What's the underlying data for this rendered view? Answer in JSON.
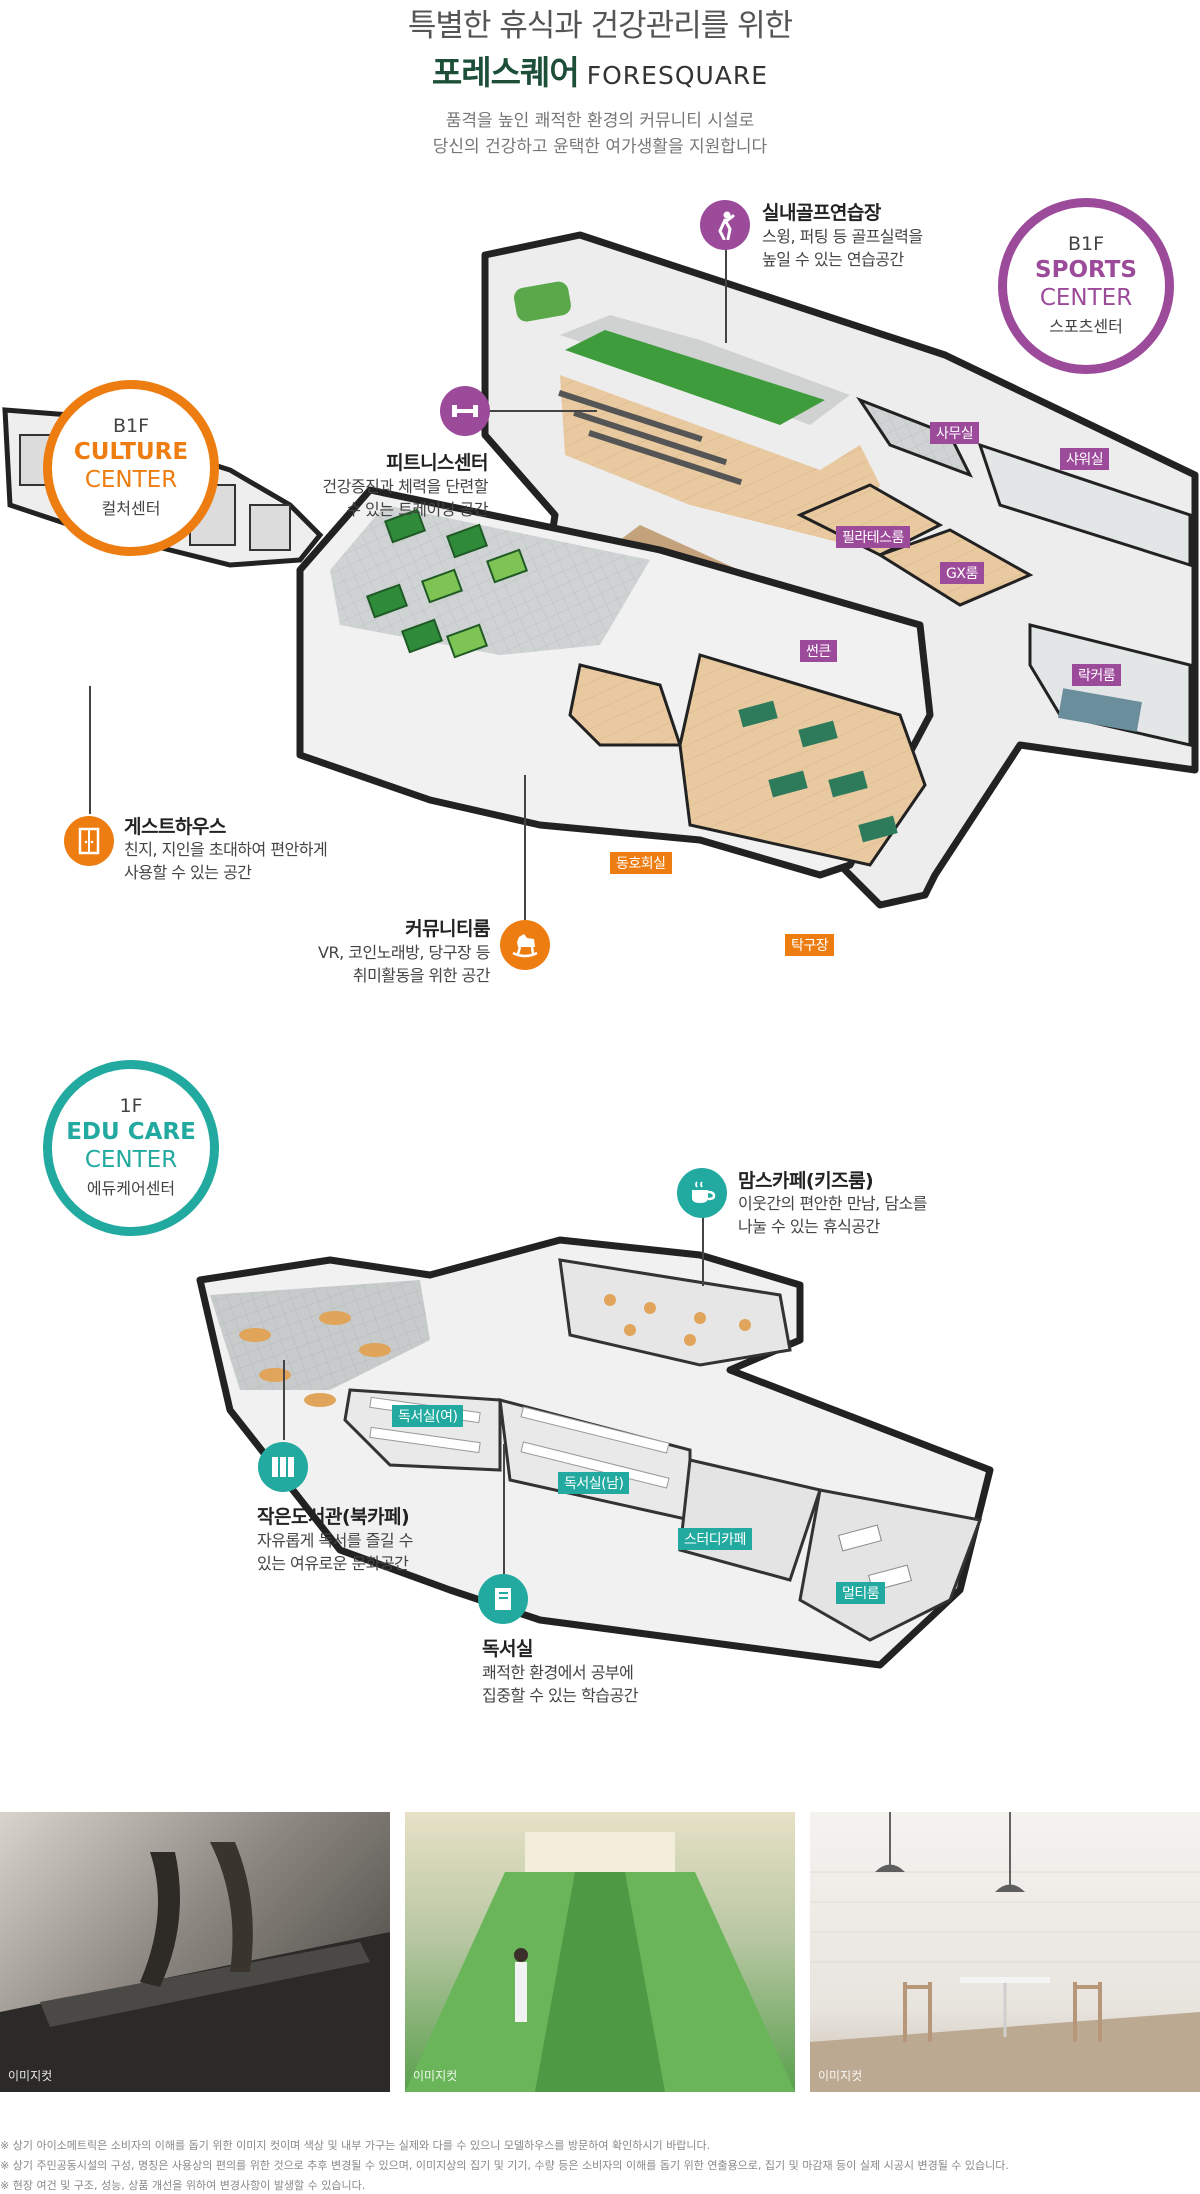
{
  "header": {
    "title_top": "특별한 휴식과 건강관리를 위한",
    "brand_ko": "포레스퀘어",
    "brand_en": "FORESQUARE",
    "sub_line1": "품격을 높인 쾌적한 환경의 커뮤니티 시설로",
    "sub_line2": "당신의 건강하고 윤택한 여가생활을 지원합니다"
  },
  "badges": {
    "sports": {
      "floor": "B1F",
      "name1": "SPORTS",
      "name2": "CENTER",
      "ko": "스포츠센터",
      "color": "#9c4a9a"
    },
    "culture": {
      "floor": "B1F",
      "name1": "CULTURE",
      "name2": "CENTER",
      "ko": "컬처센터",
      "color": "#ee7d11"
    },
    "educare": {
      "floor": "1F",
      "name1": "EDU CARE",
      "name2": "CENTER",
      "ko": "에듀케어센터",
      "color": "#22aaa0"
    }
  },
  "callouts": {
    "golf": {
      "title": "실내골프연습장",
      "line1": "스윙, 퍼팅 등 골프실력을",
      "line2": "높일 수 있는 연습공간",
      "icon": "golf-icon"
    },
    "fitness": {
      "title": "피트니스센터",
      "line1": "건강증진과 체력을 단련할",
      "line2": "수 있는 트레이닝 공간",
      "icon": "dumbbell-icon"
    },
    "guesthouse": {
      "title": "게스트하우스",
      "line1": "친지, 지인을 초대하여 편안하게",
      "line2": "사용할 수 있는 공간",
      "icon": "door-icon"
    },
    "community": {
      "title": "커뮤니티룸",
      "line1": "VR, 코인노래방, 당구장 등",
      "line2": "취미활동을 위한 공간",
      "icon": "rocking-horse-icon"
    },
    "momscafe": {
      "title": "맘스카페(키즈룸)",
      "line1": "이웃간의 편안한 만남, 담소를",
      "line2": "나눌 수 있는 휴식공간",
      "icon": "coffee-icon"
    },
    "library": {
      "title": "작은도서관(북카페)",
      "line1": "자유롭게 독서를 즐길 수",
      "line2": "있는 여유로운 문화공간",
      "icon": "books-icon"
    },
    "reading": {
      "title": "독서실",
      "line1": "쾌적한 환경에서 공부에",
      "line2": "집중할 수 있는 학습공간",
      "icon": "book-icon"
    }
  },
  "room_tags": {
    "office": "사무실",
    "shower": "샤워실",
    "pilates": "필라테스룸",
    "gx": "GX룸",
    "sunken": "썬큰",
    "locker": "락커룸",
    "club": "동호회실",
    "pingpong": "탁구장",
    "reading_f": "독서실(여)",
    "reading_m": "독서실(남)",
    "studycafe": "스터디카페",
    "multiroom": "멀티룸"
  },
  "photos": [
    {
      "caption": "이미지컷"
    },
    {
      "caption": "이미지컷"
    },
    {
      "caption": "이미지컷"
    }
  ],
  "notes": {
    "line1": "※ 상기 아이소메트릭은 소비자의 이해를 돕기 위한 이미지 컷이며 색상 및 내부 가구는 실제와 다를 수 있으니 모델하우스를 방문하여 확인하시기 바랍니다.",
    "line2": "※ 상기 주민공동시설의 구성, 명칭은 사용상의 편의를 위한 것으로 추후 변경될 수 있으며, 이미지상의 집기 및 기기, 수량 등은 소비자의 이해를 돕기 위한 연출용으로, 집기 및 마감재 등이 실제 시공시 변경될 수 있습니다.",
    "line3": "※ 현장 여건 및 구조, 성능, 상품 개선을 위하여 변경사항이 발생할 수 있습니다."
  },
  "colors": {
    "purple": "#9c4a9a",
    "orange": "#ee7d11",
    "teal": "#22aaa0",
    "brand_green": "#1d4f38"
  }
}
